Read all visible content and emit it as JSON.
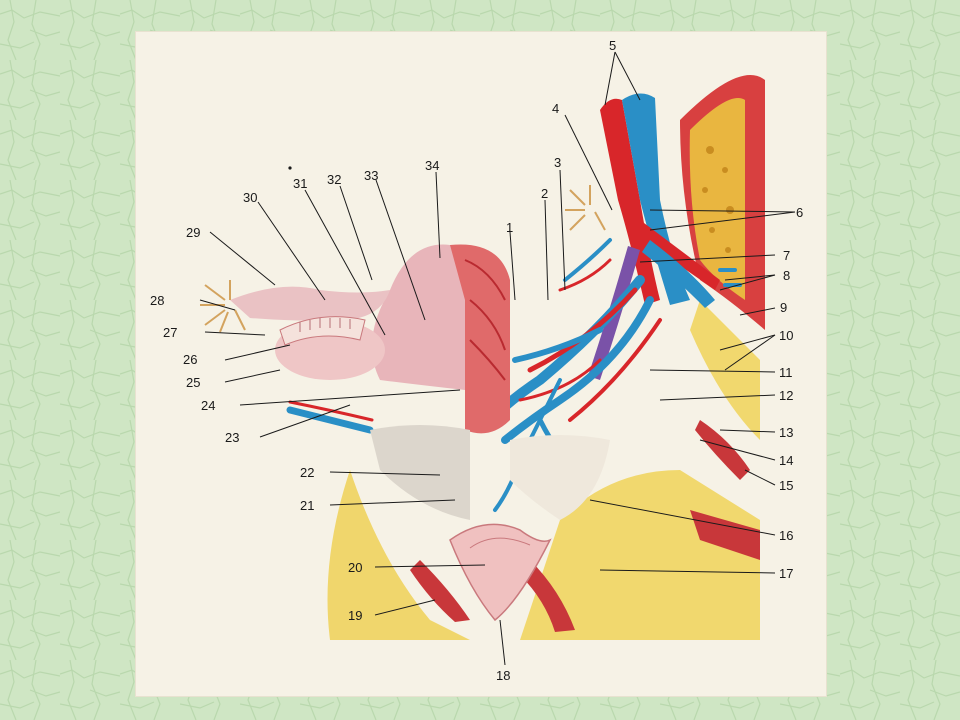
{
  "labels": {
    "n1": "1",
    "n2": "2",
    "n3": "3",
    "n4": "4",
    "n5": "5",
    "n6": "6",
    "n7": "7",
    "n8": "8",
    "n9": "9",
    "n10": "10",
    "n11": "11",
    "n12": "12",
    "n13": "13",
    "n14": "14",
    "n15": "15",
    "n16": "16",
    "n17": "17",
    "n18": "18",
    "n19": "19",
    "n20": "20",
    "n21": "21",
    "n22": "22",
    "n23": "23",
    "n24": "24",
    "n25": "25",
    "n26": "26",
    "n27": "27",
    "n28": "28",
    "n29": "29",
    "n30": "30",
    "n31": "31",
    "n32": "32",
    "n33": "33",
    "n34": "34"
  },
  "colors": {
    "background": "#cfe6c4",
    "panel": "#f6f2e6",
    "artery": "#d8262a",
    "vein": "#2a8fc6",
    "tissue_pink": "#e9b7bb",
    "muscle": "#c8373a",
    "fat": "#f2d76a",
    "bone": "#e9b640"
  }
}
